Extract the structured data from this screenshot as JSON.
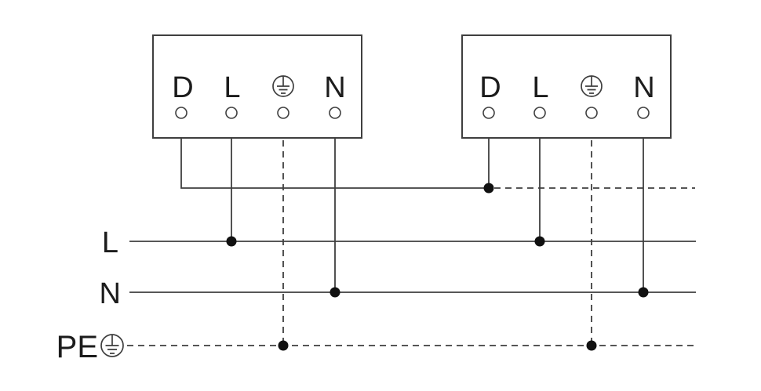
{
  "colors": {
    "background": "#ffffff",
    "wire": "#3f3f3f",
    "text": "#1c1c1c",
    "dot": "#111111"
  },
  "device1": {
    "terminal_d": "D",
    "terminal_l": "L",
    "terminal_n": "N"
  },
  "device2": {
    "terminal_d": "D",
    "terminal_l": "L",
    "terminal_n": "N"
  },
  "bus": {
    "live": "L",
    "neutral": "N",
    "pe": "PE"
  },
  "icons": {
    "earth": "protective-earth-icon"
  },
  "connections": [
    "device1.D -> device2.D (switched-line link, dashed continuation to further devices)",
    "device1.L -> L bus",
    "device2.L -> L bus",
    "device1.N -> N bus",
    "device2.N -> N bus",
    "device1.PE -> PE bus (dashed)",
    "device2.PE -> PE bus (dashed)"
  ]
}
